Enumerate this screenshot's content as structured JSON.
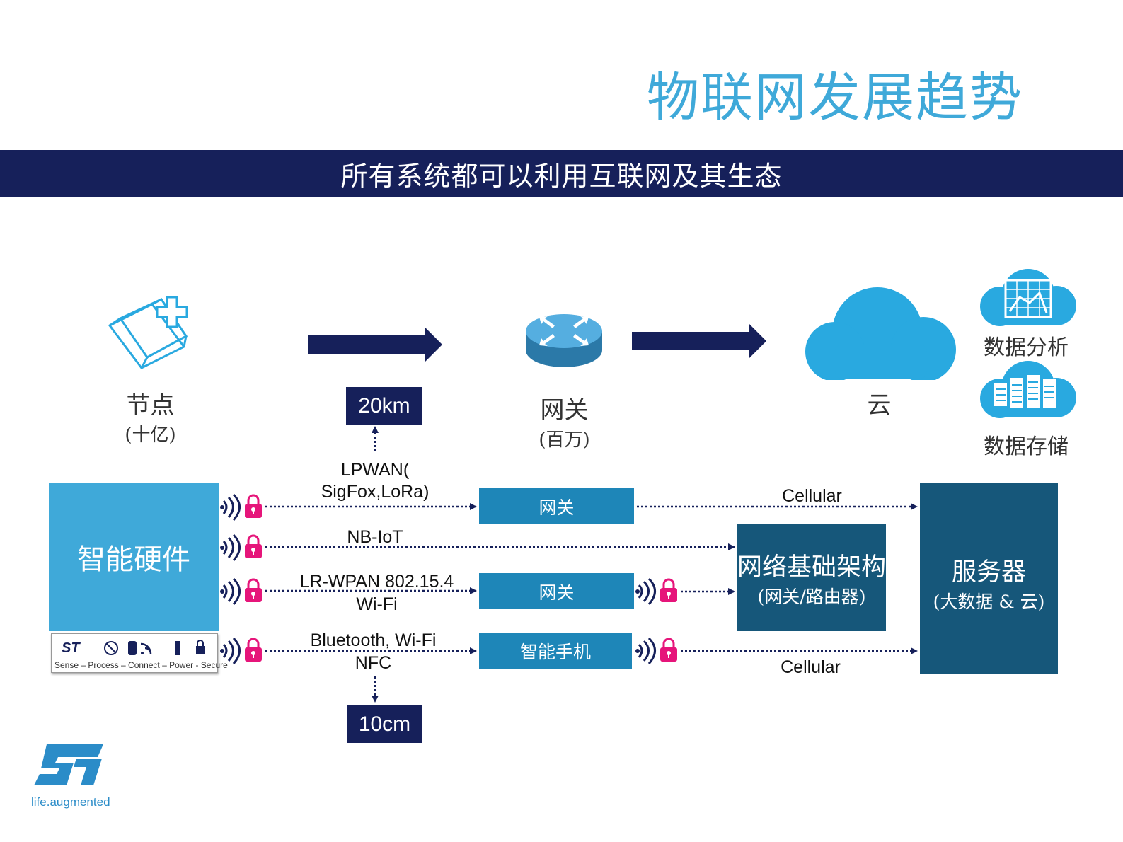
{
  "header": {
    "title": "物联网发展趋势",
    "banner": "所有系统都可以利用互联网及其生态"
  },
  "top_row": {
    "node": {
      "label": "节点",
      "sub": "(十亿)"
    },
    "gateway": {
      "label": "网关",
      "sub": "(百万)"
    },
    "cloud": {
      "label": "云"
    },
    "analytics": {
      "label": "数据分析"
    },
    "storage": {
      "label": "数据存储"
    }
  },
  "ranges": {
    "long": "20km",
    "short": "10cm"
  },
  "links": {
    "lpwan_line1": "LPWAN(",
    "lpwan_line2": "SigFox,LoRa)",
    "nbiot": "NB-IoT",
    "lrwpan_line1": "LR-WPAN 802.15.4",
    "lrwpan_line2": "Wi-Fi",
    "bt_line1": "Bluetooth, Wi-Fi",
    "bt_line2": "NFC",
    "cellular_top": "Cellular",
    "cellular_bottom": "Cellular"
  },
  "boxes": {
    "smart_hw": "智能硬件",
    "gateway1": "网关",
    "gateway2": "网关",
    "phone": "智能手机",
    "infra_title": "网络基础架构",
    "infra_sub": "(网关/路由器)",
    "server_title": "服务器",
    "server_sub": "(大数据 & 云)"
  },
  "strip": {
    "text": "Sense – Process – Connect – Power - Secure"
  },
  "logo": {
    "tagline": "life.augmented",
    "mark": "ST"
  },
  "colors": {
    "navy": "#16205a",
    "title_blue": "#3fa9d9",
    "box_blue": "#1e86b8",
    "dark_teal": "#16577a",
    "cloud_blue": "#29a9e0",
    "lock_pink": "#e6157a"
  }
}
